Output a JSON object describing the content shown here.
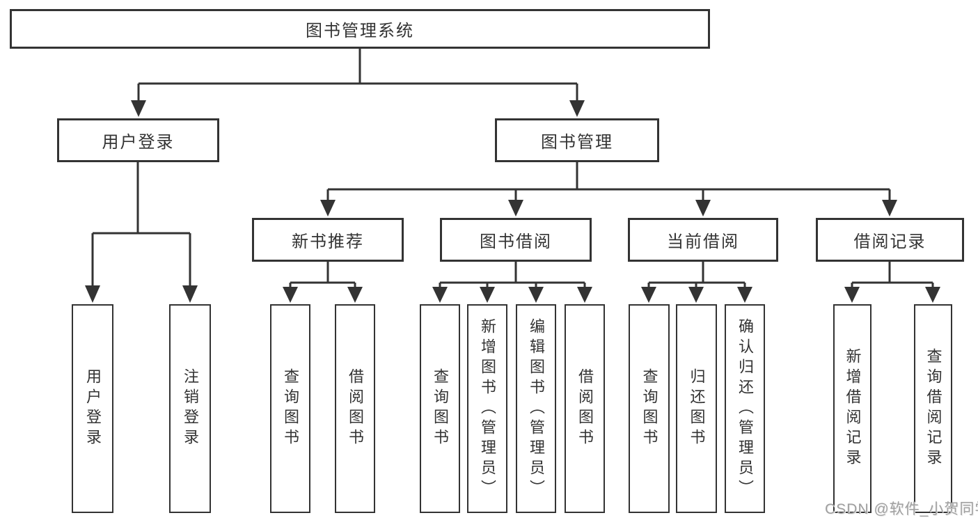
{
  "diagram": {
    "title": "图书管理系统",
    "colors": {
      "line": "#333333",
      "box_border": "#333333",
      "text": "#333333",
      "background": "#ffffff",
      "watermark": "#a0a0a0"
    },
    "root": {
      "label": "图书管理系统"
    },
    "level2": [
      {
        "id": "user-login",
        "label": "用户登录"
      },
      {
        "id": "book-management",
        "label": "图书管理"
      }
    ],
    "level3": [
      {
        "id": "new-book-recommend",
        "label": "新书推荐",
        "parent": "图书管理"
      },
      {
        "id": "book-borrow",
        "label": "图书借阅",
        "parent": "图书管理"
      },
      {
        "id": "current-borrow",
        "label": "当前借阅",
        "parent": "图书管理"
      },
      {
        "id": "borrow-record",
        "label": "借阅记录",
        "parent": "图书管理"
      }
    ],
    "leaves": [
      {
        "label": "用户登录",
        "parent": "用户登录"
      },
      {
        "label": "注销登录",
        "parent": "用户登录"
      },
      {
        "label": "查询图书",
        "parent": "新书推荐"
      },
      {
        "label": "借阅图书",
        "parent": "新书推荐"
      },
      {
        "label": "查询图书",
        "parent": "图书借阅"
      },
      {
        "label": "新增图书（管理员）",
        "parent": "图书借阅"
      },
      {
        "label": "编辑图书（管理员）",
        "parent": "图书借阅"
      },
      {
        "label": "借阅图书",
        "parent": "图书借阅"
      },
      {
        "label": "查询图书",
        "parent": "当前借阅"
      },
      {
        "label": "归还图书",
        "parent": "当前借阅"
      },
      {
        "label": "确认归还（管理员）",
        "parent": "当前借阅"
      },
      {
        "label": "新增借阅记录",
        "parent": "借阅记录"
      },
      {
        "label": "查询借阅记录",
        "parent": "借阅记录"
      }
    ],
    "watermark": "CSDN @软件_小贺同学"
  }
}
